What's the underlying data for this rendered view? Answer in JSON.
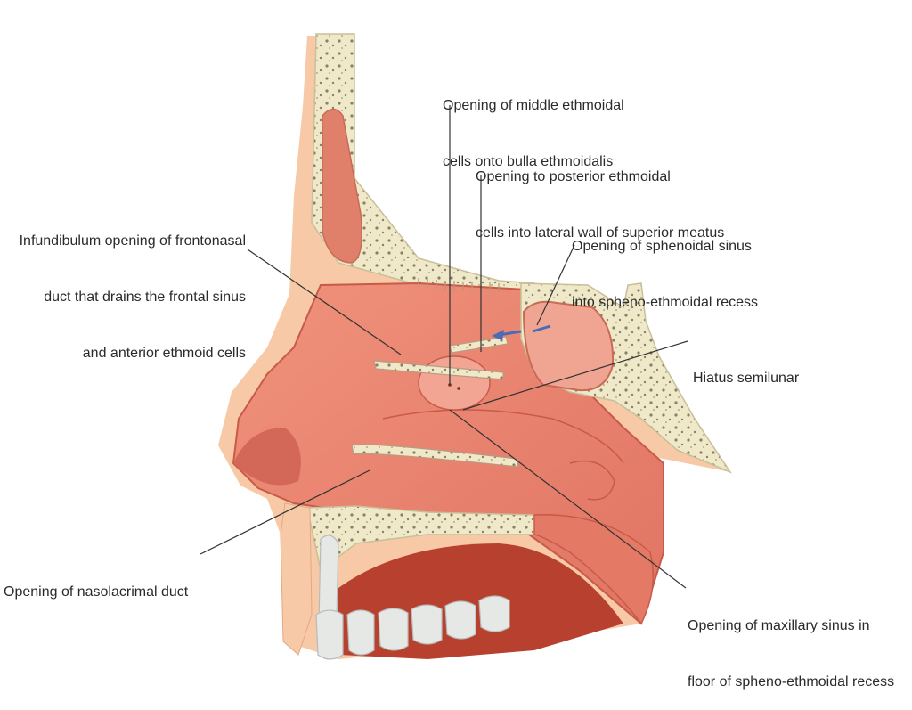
{
  "labels": {
    "middle_ethmoidal": [
      "Opening of middle ethmoidal",
      "cells onto bulla ethmoidalis"
    ],
    "posterior_ethmoidal": [
      "Opening to posterior ethmoidal",
      "cells into lateral wall of superior meatus"
    ],
    "sphenoidal": [
      "Opening of sphenoidal sinus",
      "into spheno-ethmoidal recess"
    ],
    "infundibulum": [
      "Infundibulum opening of frontonasal",
      "duct that drains the frontal sinus",
      "and anterior ethmoid cells"
    ],
    "hiatus": [
      "Hiatus semilunar"
    ],
    "nasolacrimal": [
      "Opening of nasolacrimal duct"
    ],
    "maxillary": [
      "Opening of maxillary sinus in",
      "floor of spheno-ethmoidal recess"
    ]
  },
  "colors": {
    "mucosa": "#e8826e",
    "mucosa_light": "#f2a592",
    "mucosa_dark": "#c85a4a",
    "skin": "#f7c9a6",
    "bone": "#efe8c9",
    "bone_dot": "#8a8066",
    "teeth": "#e6e8e6",
    "arrow": "#4a6bb5",
    "leader": "#333333"
  }
}
